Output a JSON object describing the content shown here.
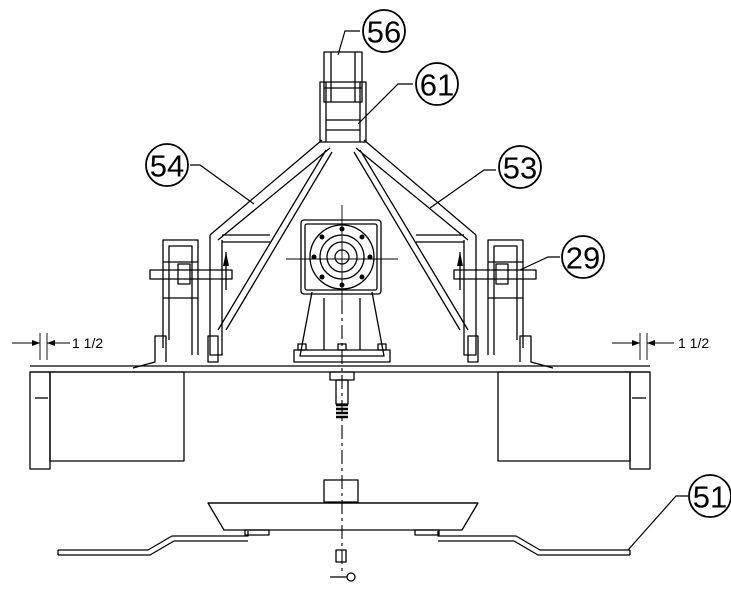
{
  "balloons": {
    "b56": "56",
    "b61": "61",
    "b54": "54",
    "b53": "53",
    "b29": "29",
    "b51": "51"
  },
  "dimensions": {
    "left": "1 1/2",
    "right": "1 1/2"
  }
}
